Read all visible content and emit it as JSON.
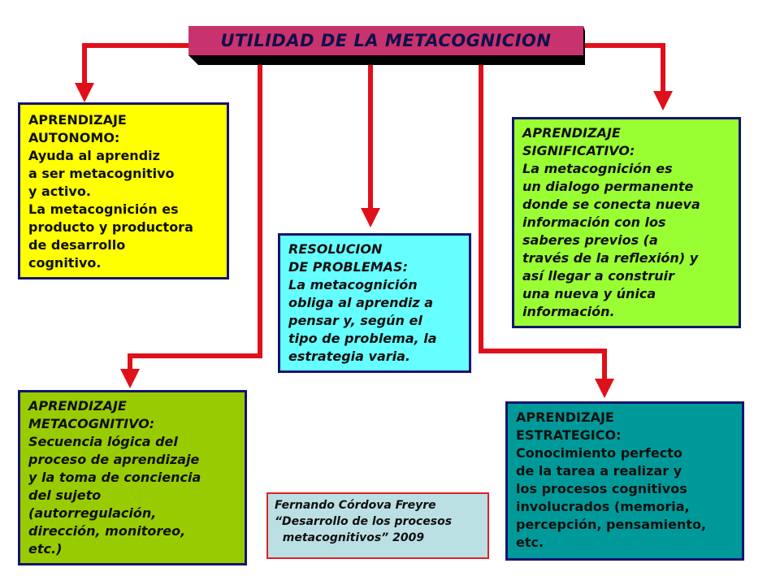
{
  "title": "UTILIDAD DE LA METACOGNICION",
  "colors": {
    "title_bg": "#c8336e",
    "connector": "#e0101a",
    "box_border": "#14146e",
    "autonomo_bg": "#ffff00",
    "significativo_bg": "#99ff33",
    "resolucion_bg": "#66ffff",
    "metacognitivo_bg": "#99cc00",
    "estrategico_bg": "#009999",
    "credit_bg": "#bbe0e4"
  },
  "nodes": {
    "autonomo": {
      "lines": [
        "APRENDIZAJE",
        "AUTONOMO:",
        "Ayuda al aprendiz",
        "a ser metacognitivo",
        "y activo.",
        "La metacognición es",
        "producto y productora",
        "de desarrollo",
        "cognitivo."
      ]
    },
    "significativo": {
      "lines": [
        "APRENDIZAJE",
        "SIGNIFICATIVO:",
        "La metacognición es",
        "un dialogo permanente",
        "donde se conecta nueva",
        "información con los",
        "saberes previos (a",
        "través de la reflexión) y",
        "así llegar a construir",
        "una  nueva y única",
        "información."
      ]
    },
    "resolucion": {
      "lines": [
        "RESOLUCION",
        "DE PROBLEMAS:",
        "La metacognición",
        "obliga al aprendiz a",
        "pensar y, según el",
        "tipo de problema, la",
        "estrategia varia."
      ]
    },
    "metacognitivo": {
      "lines": [
        "APRENDIZAJE",
        "METACOGNITIVO:",
        "Secuencia lógica del",
        "proceso de aprendizaje",
        "y la toma de conciencia",
        "del sujeto",
        "(autorregulación,",
        "dirección, monitoreo,",
        "etc.)"
      ]
    },
    "estrategico": {
      "lines": [
        "APRENDIZAJE",
        "ESTRATEGICO:",
        "Conocimiento perfecto",
        "de la tarea a realizar y",
        "los procesos cognitivos",
        "involucrados (memoria,",
        "percepción, pensamiento,",
        "etc."
      ]
    }
  },
  "credit": {
    "lines": [
      "Fernando Córdova Freyre",
      "“Desarrollo de los procesos",
      "  metacognitivos” 2009"
    ]
  }
}
